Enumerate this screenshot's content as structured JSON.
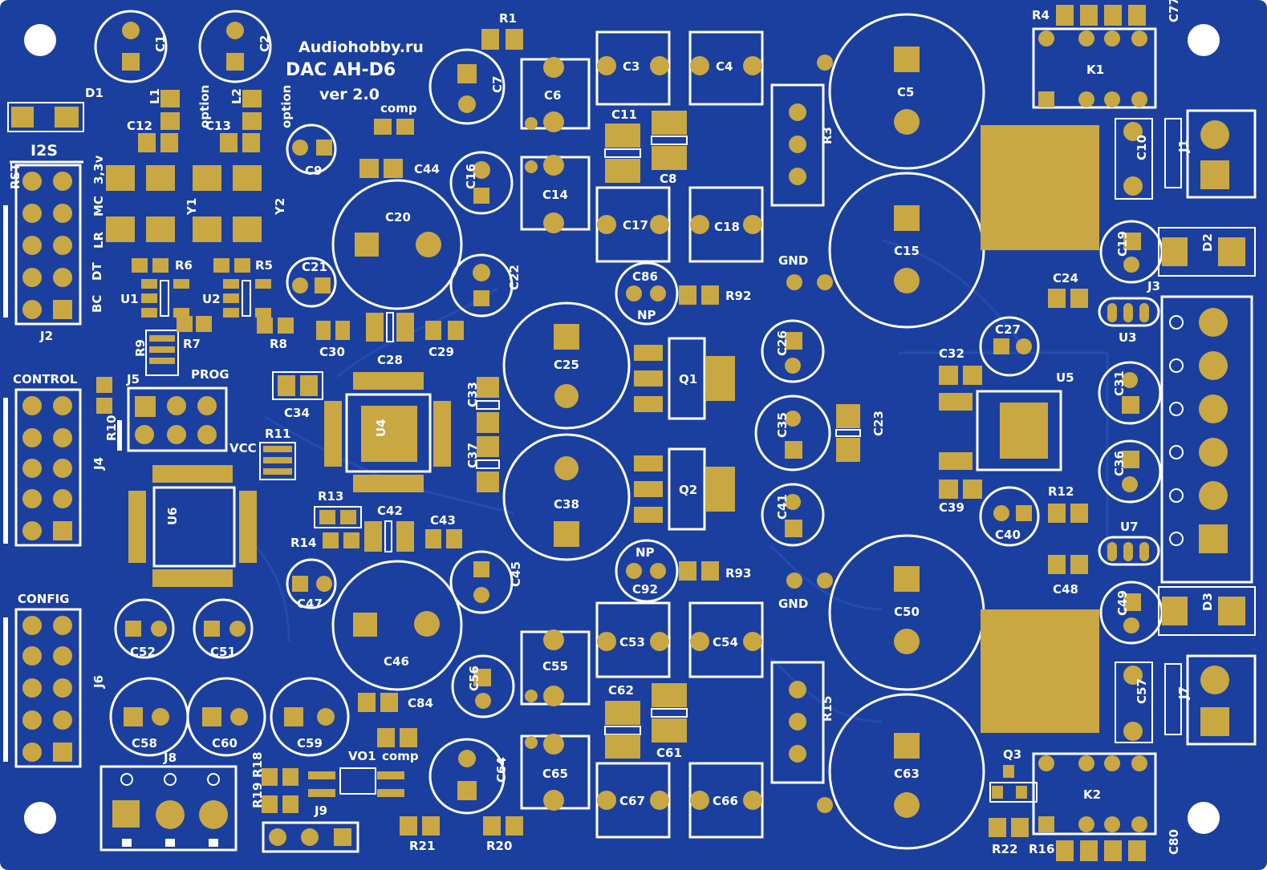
{
  "board": {
    "brand": "Audiohobby.ru",
    "title": "DAC AH-D6",
    "version": "ver 2.0",
    "colors": {
      "board": "#1a3f9e",
      "silk": "#ffffff",
      "copper": "#c9a843"
    }
  },
  "headers": {
    "i2s": "I2S",
    "control": "CONTROL",
    "config": "CONFIG",
    "prog": "PROG",
    "vcc": "VCC",
    "i2s_pins": [
      "RST",
      "3,3v",
      "MC",
      "LR",
      "DT",
      "BC"
    ]
  },
  "labels": {
    "r1": "R1",
    "c1": "C1",
    "c2": "C2",
    "c7": "C7",
    "d1": "D1",
    "l1": "L1",
    "l2": "L2",
    "option1": "option",
    "option2": "option",
    "c12": "C12",
    "c13": "C13",
    "comp1": "comp",
    "comp2": "comp",
    "c9": "C9",
    "c44": "C44",
    "y1": "Y1",
    "y2": "Y2",
    "j2": "J2",
    "r6": "R6",
    "r5": "R5",
    "u1": "U1",
    "u2": "U2",
    "c20": "C20",
    "c21": "C21",
    "c22": "C22",
    "c16": "C16",
    "c6": "C6",
    "c14": "C14",
    "c3": "C3",
    "c4": "C4",
    "c11": "C11",
    "c8": "C8",
    "c17": "C17",
    "c18": "C18",
    "r3": "R3",
    "c5": "C5",
    "c15": "C15",
    "r4": "R4",
    "c77": "C77",
    "k1": "K1",
    "c10": "C10",
    "j1": "J1",
    "c19": "C19",
    "d2": "D2",
    "c24": "C24",
    "j3": "J3",
    "u3": "U3",
    "gnd1": "GND",
    "gnd2": "GND",
    "c86": "C86",
    "np1": "NP",
    "r92": "R92",
    "r9": "R9",
    "r7": "R7",
    "r8": "R8",
    "c30": "C30",
    "c28": "C28",
    "c29": "C29",
    "c25": "C25",
    "q1": "Q1",
    "c26": "C26",
    "c27": "C27",
    "c32": "C32",
    "u5": "U5",
    "c31": "C31",
    "j5": "J5",
    "r10": "R10",
    "c34": "C34",
    "u4": "U4",
    "c33": "C33",
    "c23": "C23",
    "c35": "C35",
    "c36": "C36",
    "j4": "J4",
    "r11": "R11",
    "c37": "C37",
    "c38": "C38",
    "q2": "Q2",
    "c39": "C39",
    "r12": "R12",
    "c40": "C40",
    "u6": "U6",
    "r13": "R13",
    "c42": "C42",
    "c43": "C43",
    "c41": "C41",
    "u7": "U7",
    "r14": "R14",
    "c47": "C47",
    "c45": "C45",
    "np2": "NP",
    "c92": "C92",
    "r93": "R93",
    "c48": "C48",
    "c49": "C49",
    "d3": "D3",
    "c50": "C50",
    "c46": "C46",
    "c52": "C52",
    "c51": "C51",
    "c53": "C53",
    "c54": "C54",
    "c55": "C55",
    "j6": "J6",
    "c56": "C56",
    "c84": "C84",
    "c62": "C62",
    "c61": "C61",
    "r15": "R15",
    "c57": "C57",
    "j7": "J7",
    "c58": "C58",
    "c60": "C60",
    "c59": "C59",
    "j8": "J8",
    "vo1": "VO1",
    "q3": "Q3",
    "r18": "R18",
    "r19": "R19",
    "j9": "J9",
    "c64": "C64",
    "c65": "C65",
    "c67": "C67",
    "c66": "C66",
    "c63": "C63",
    "k2": "K2",
    "r21": "R21",
    "r20": "R20",
    "r22": "R22",
    "r16": "R16",
    "c80": "C80"
  }
}
